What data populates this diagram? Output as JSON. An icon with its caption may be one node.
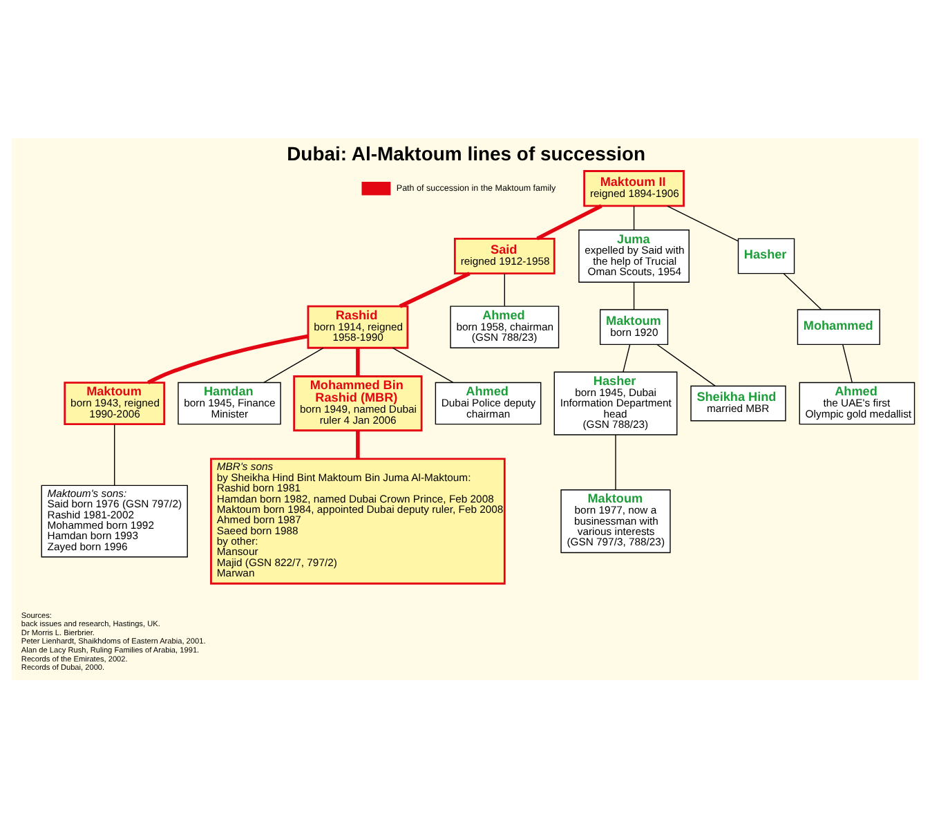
{
  "diagram": {
    "title": "Dubai: Al-Maktoum lines of succession",
    "nodes": [
      {
        "text": [
          "Maktoum II",
          "reigned 1894-1906"
        ]
      },
      {
        "text": [
          "Said",
          "reigned 1912-1958"
        ]
      },
      {
        "text": [
          "Juma",
          "expelled by Said with the help of Trucial Oman Scouts, 1954"
        ]
      },
      {
        "text": [
          "Hasher"
        ]
      },
      {
        "text": [
          "Rashid",
          "born 1914, reigned 1958-1990"
        ]
      },
      {
        "text": [
          "Ahmed",
          "born 1958, chairman",
          "(GSN 788/23)"
        ]
      },
      {
        "text": [
          "Maktoum",
          "born 1920"
        ]
      },
      {
        "text": [
          "Mohammed"
        ]
      },
      {
        "text": [
          "Maktoum",
          "born 1943, reigned 1990-2006"
        ]
      },
      {
        "text": [
          "Hamdan",
          "born 1945, Finance Minister"
        ]
      },
      {
        "text": [
          "Mohammed Bin Rashid (MBR)",
          "born 1949, named Dubai ruler 4 Jan 2006"
        ]
      },
      {
        "text": [
          "Ahmed",
          "Dubai Police deputy chairman"
        ]
      },
      {
        "text": [
          "Hasher",
          "born 1945, Dubai Information Department head",
          "(GSN 788/23)"
        ]
      },
      {
        "text": [
          "Sheikha Hind",
          "married MBR"
        ]
      },
      {
        "text": [
          "Ahmed",
          "the UAE's first Olympic gold medallist"
        ]
      },
      {
        "text": [
          "Maktoum's sons:",
          "Said born 1976 (GSN 797/2)",
          "Rashid 1981-2002",
          "Mohammed born 1992",
          "Hamdan born 1993",
          "Zayed born 1996"
        ]
      },
      {
        "text": [
          "MBR's sons",
          "by Sheikha Hind Bint Maktoum Bin Juma Al-Maktoum:",
          "Rashid born 1981",
          "Hamdan born 1982, named Dubai Crown Prince, Feb 2008",
          "Maktoum born 1984, appointed Dubai deputy ruler, Feb 2008",
          "Ahmed born 1987",
          "Saeed born 1988",
          "by other:",
          "Mansour",
          "Majid (GSN 822/7, 797/2)",
          "Marwan"
        ]
      },
      {
        "text": [
          "Maktoum",
          "born 1977, now a businessman with various interests",
          "(GSN 797/3, 788/23)"
        ]
      }
    ],
    "edges": [
      {
        "from": 0,
        "to": 1,
        "arrow": "none",
        "style": "thick",
        "color": "#e30613"
      },
      {
        "from": 0,
        "to": 2,
        "arrow": "none"
      },
      {
        "from": 0,
        "to": 3,
        "arrow": "none"
      },
      {
        "from": 1,
        "to": 4,
        "arrow": "none",
        "style": "thick",
        "color": "#e30613"
      },
      {
        "from": 1,
        "to": 5,
        "arrow": "none"
      },
      {
        "from": 2,
        "to": 6,
        "arrow": "none"
      },
      {
        "from": 3,
        "to": 7,
        "arrow": "none"
      },
      {
        "from": 4,
        "to": 8,
        "arrow": "none",
        "style": "thick",
        "color": "#e30613"
      },
      {
        "from": 4,
        "to": 9,
        "arrow": "none"
      },
      {
        "from": 4,
        "to": 10,
        "arrow": "none",
        "style": "thick",
        "color": "#e30613"
      },
      {
        "from": 4,
        "to": 11,
        "arrow": "none"
      },
      {
        "from": 6,
        "to": 12,
        "arrow": "none"
      },
      {
        "from": 6,
        "to": 13,
        "arrow": "none"
      },
      {
        "from": 7,
        "to": 14,
        "arrow": "none"
      },
      {
        "from": 8,
        "to": 15,
        "arrow": "none"
      },
      {
        "from": 10,
        "to": 16,
        "arrow": "none",
        "style": "thick",
        "color": "#e30613"
      },
      {
        "from": 12,
        "to": 17,
        "arrow": "none"
      }
    ],
    "labels": [
      "Sources:",
      "back issues and research, Hastings, UK.",
      "Dr Morris L. Bierbrier.",
      "Peter Lienhardt, Shaikhdoms of Eastern Arabia, 2001.",
      "Alan de Lacy Rush, Ruling Families of Arabia, 1991.",
      "Records of the Emirates, 2002.",
      "Records of Dubai, 2000."
    ],
    "legend": [
      {
        "text": "Path of succession in the Maktoum family"
      }
    ]
  }
}
